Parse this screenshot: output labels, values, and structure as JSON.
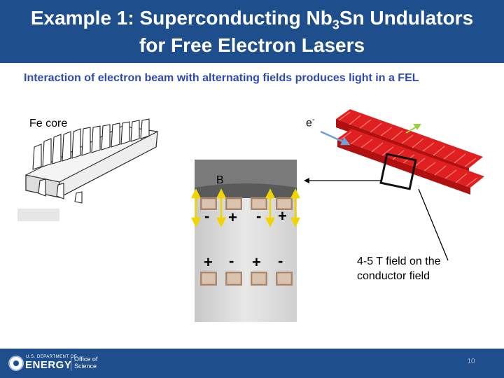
{
  "slide": {
    "title_part1": "Example 1: Superconducting Nb",
    "title_sub": "3",
    "title_part2": "Sn Undulators",
    "title_line2": "for Free Electron Lasers",
    "subtitle": "Interaction of electron beam with alternating fields produces light in a FEL",
    "label_fe_core": "Fe core",
    "label_electron": "e",
    "label_electron_sup": "-",
    "label_field_b": "B",
    "field_note_line1": "4-5 T field on the",
    "field_note_line2": "conductor field",
    "polarity_top": [
      "-",
      "+",
      "-",
      "+"
    ],
    "polarity_bottom": [
      "+",
      "-",
      "+",
      "-"
    ],
    "page_number": "10"
  },
  "footer": {
    "doe_small": "U.S. DEPARTMENT OF",
    "doe_energy": "ENERGY",
    "office_line1": "Office of",
    "office_line2": "Science"
  },
  "colors": {
    "header_blue": "#1f4e8c",
    "subtitle_blue": "#2f49b3",
    "coil_red": "#e02020",
    "arrow_yellow": "#f2d400"
  }
}
